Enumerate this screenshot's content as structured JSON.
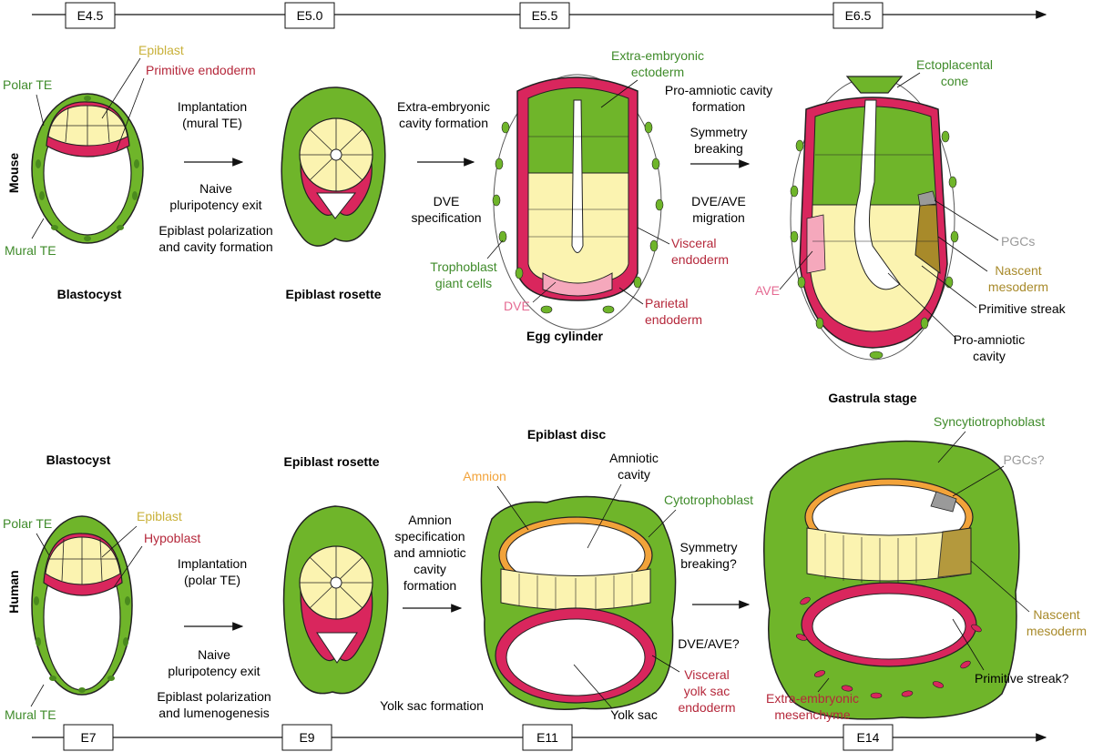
{
  "colors": {
    "epiblast": "#c9b13a",
    "endoderm": "#b5283b",
    "trophectoderm": "#3f8b2a",
    "cell_green": "#6fb52a",
    "cell_green_dark": "#4a8a1e",
    "cell_pink": "#d9265d",
    "cell_yellow": "#fbf3b0",
    "pale_pink": "#f5a8bc",
    "amnion": "#f2a33a",
    "mesoderm": "#a88a2a",
    "pgc": "#9a9a9a",
    "text": "#111111"
  },
  "timeline_mouse": [
    "E4.5",
    "E5.0",
    "E5.5",
    "E6.5"
  ],
  "timeline_human": [
    "E7",
    "E9",
    "E11",
    "E14"
  ],
  "species": {
    "mouse": "Mouse",
    "human": "Human"
  },
  "mouse": {
    "blastocyst": {
      "title": "Blastocyst",
      "epiblast": "Epiblast",
      "prim_endoderm": "Primitive endoderm",
      "polar_te": "Polar TE",
      "mural_te": "Mural TE"
    },
    "step1": {
      "line1": "Implantation",
      "line2": "(mural TE)",
      "line3": "Naive",
      "line4": "pluripotency exit",
      "line5": "Epiblast polarization",
      "line6": "and cavity formation"
    },
    "rosette": {
      "title": "Epiblast rosette"
    },
    "step2": {
      "line1": "Extra-embryonic",
      "line2": "cavity formation",
      "line3": "DVE",
      "line4": "specification"
    },
    "egg": {
      "title": "Egg cylinder",
      "exe_1": "Extra-embryonic",
      "exe_2": "ectoderm",
      "visceral_1": "Visceral",
      "visceral_2": "endoderm",
      "parietal_1": "Parietal",
      "parietal_2": "endoderm",
      "tgc_1": "Trophoblast",
      "tgc_2": "giant cells",
      "dve": "DVE"
    },
    "step3": {
      "line1": "Pro-amniotic cavity",
      "line2": "formation",
      "line3": "Symmetry",
      "line4": "breaking",
      "line5": "DVE/AVE",
      "line6": "migration"
    },
    "gastrula": {
      "title": "Gastrula stage",
      "epc_1": "Ectoplacental",
      "epc_2": "cone",
      "pgcs": "PGCs",
      "nascent_1": "Nascent",
      "nascent_2": "mesoderm",
      "streak": "Primitive streak",
      "proam_1": "Pro-amniotic",
      "proam_2": "cavity",
      "ave": "AVE"
    }
  },
  "human": {
    "blastocyst": {
      "title": "Blastocyst",
      "epiblast": "Epiblast",
      "hypoblast": "Hypoblast",
      "polar_te": "Polar TE",
      "mural_te": "Mural TE"
    },
    "step1": {
      "line1": "Implantation",
      "line2": "(polar TE)",
      "line3": "Naive",
      "line4": "pluripotency exit",
      "line5": "Epiblast polarization",
      "line6": "and lumenogenesis"
    },
    "rosette": {
      "title": "Epiblast rosette"
    },
    "step2": {
      "line1": "Amnion",
      "line2": "specification",
      "line3": "and amniotic",
      "line4": "cavity",
      "line5": "formation",
      "line6": "Yolk sac formation"
    },
    "disc": {
      "title": "Epiblast disc",
      "amnion": "Amnion",
      "amc_1": "Amniotic",
      "amc_2": "cavity",
      "cyto": "Cytotrophoblast",
      "yolk": "Yolk sac",
      "vys_1": "Visceral",
      "vys_2": "yolk sac",
      "vys_3": "endoderm"
    },
    "step3": {
      "line1": "Symmetry",
      "line2": "breaking?",
      "line3": "DVE/AVE?"
    },
    "gastrula": {
      "syncytio": "Syncytiotrophoblast",
      "pgcs": "PGCs?",
      "nascent_1": "Nascent",
      "nascent_2": "mesoderm",
      "streak": "Primitive streak?",
      "exm_1": "Extra-embryonic",
      "exm_2": "mesenchyme"
    }
  }
}
